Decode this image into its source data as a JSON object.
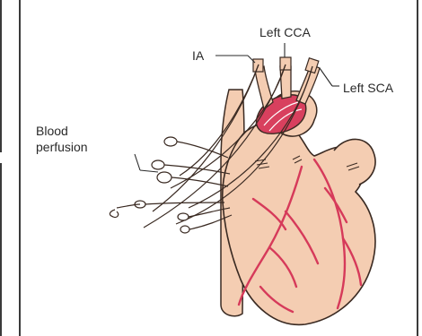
{
  "labels": {
    "left_cca": "Left CCA",
    "ia": "IA",
    "left_sca": "Left SCA",
    "blood_perfusion_line1": "Blood",
    "blood_perfusion_line2": "perfusion"
  },
  "colors": {
    "heart_fill": "#f4cdb2",
    "heart_stroke": "#3a2a22",
    "vessel": "#d63a5a",
    "aortic_arch": "#d8405e",
    "tube": "#ffffff",
    "frame": "#3a3a3a"
  }
}
